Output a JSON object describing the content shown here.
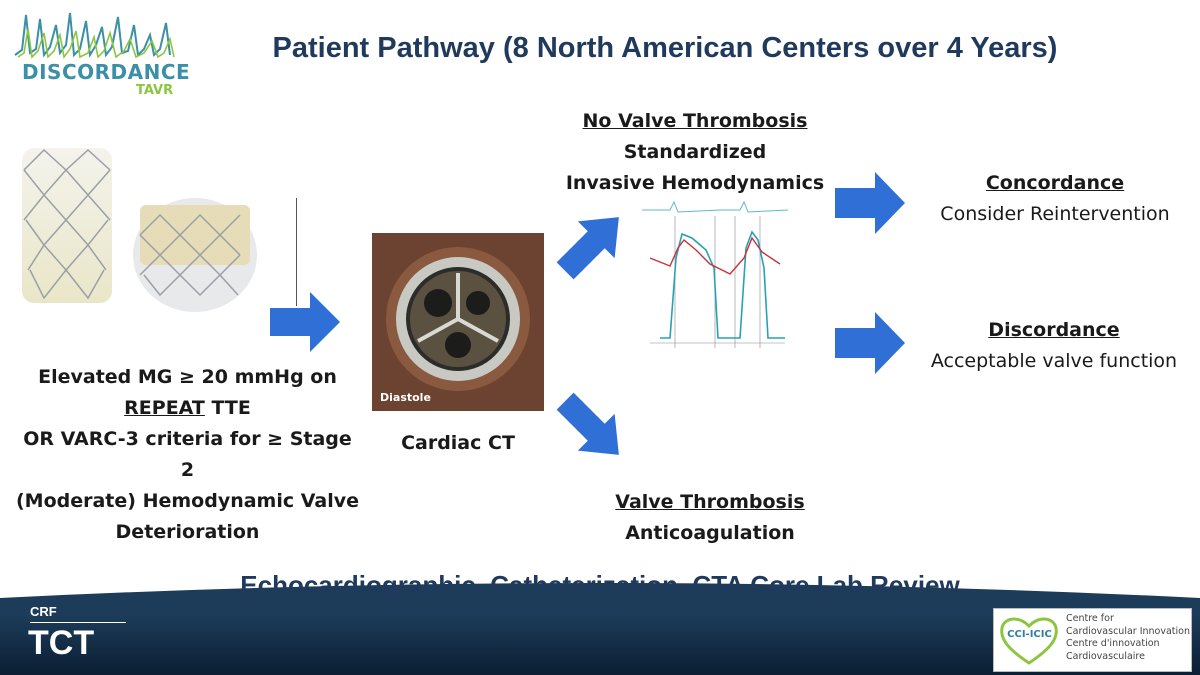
{
  "logo": {
    "name": "DISCORDANCE",
    "sub": "TAVR"
  },
  "title": "Patient Pathway (8 North American Centers over 4 Years)",
  "criteria": {
    "line1": "Elevated MG ≥ 20 mmHg on",
    "line2_u": "REPEAT",
    "line2_rest": " TTE",
    "line3": "OR VARC-3 criteria for ≥ Stage 2",
    "line4": "(Moderate) Hemodynamic Valve",
    "line5": "Deterioration"
  },
  "ct": {
    "image_label": "Diastole",
    "caption": "Cardiac CT"
  },
  "no_thrombosis": {
    "heading": "No Valve Thrombosis",
    "line2": "Standardized",
    "line3": "Invasive Hemodynamics"
  },
  "thrombosis": {
    "heading": "Valve Thrombosis",
    "line2": "Anticoagulation"
  },
  "concordance": {
    "heading": "Concordance",
    "line2": "Consider Reintervention"
  },
  "discordance": {
    "heading": "Discordance",
    "line2": "Acceptable valve function"
  },
  "bottom_caption": "Echocardiographic, Catheterization, CTA Core Lab Review",
  "footer": {
    "crf": "CRF",
    "tct": "TCT",
    "cci_logo": "CCI-ICIC",
    "cci_line1": "Centre for",
    "cci_line2": "Cardiovascular Innovation",
    "cci_line3": "Centre d'innovation",
    "cci_line4": "Cardiovasculaire"
  },
  "colors": {
    "title": "#1f3a5c",
    "arrow": "#2f6fd6",
    "footer": "#1c3c59",
    "logo_blue": "#3b8fa6",
    "logo_green": "#8cc640"
  }
}
